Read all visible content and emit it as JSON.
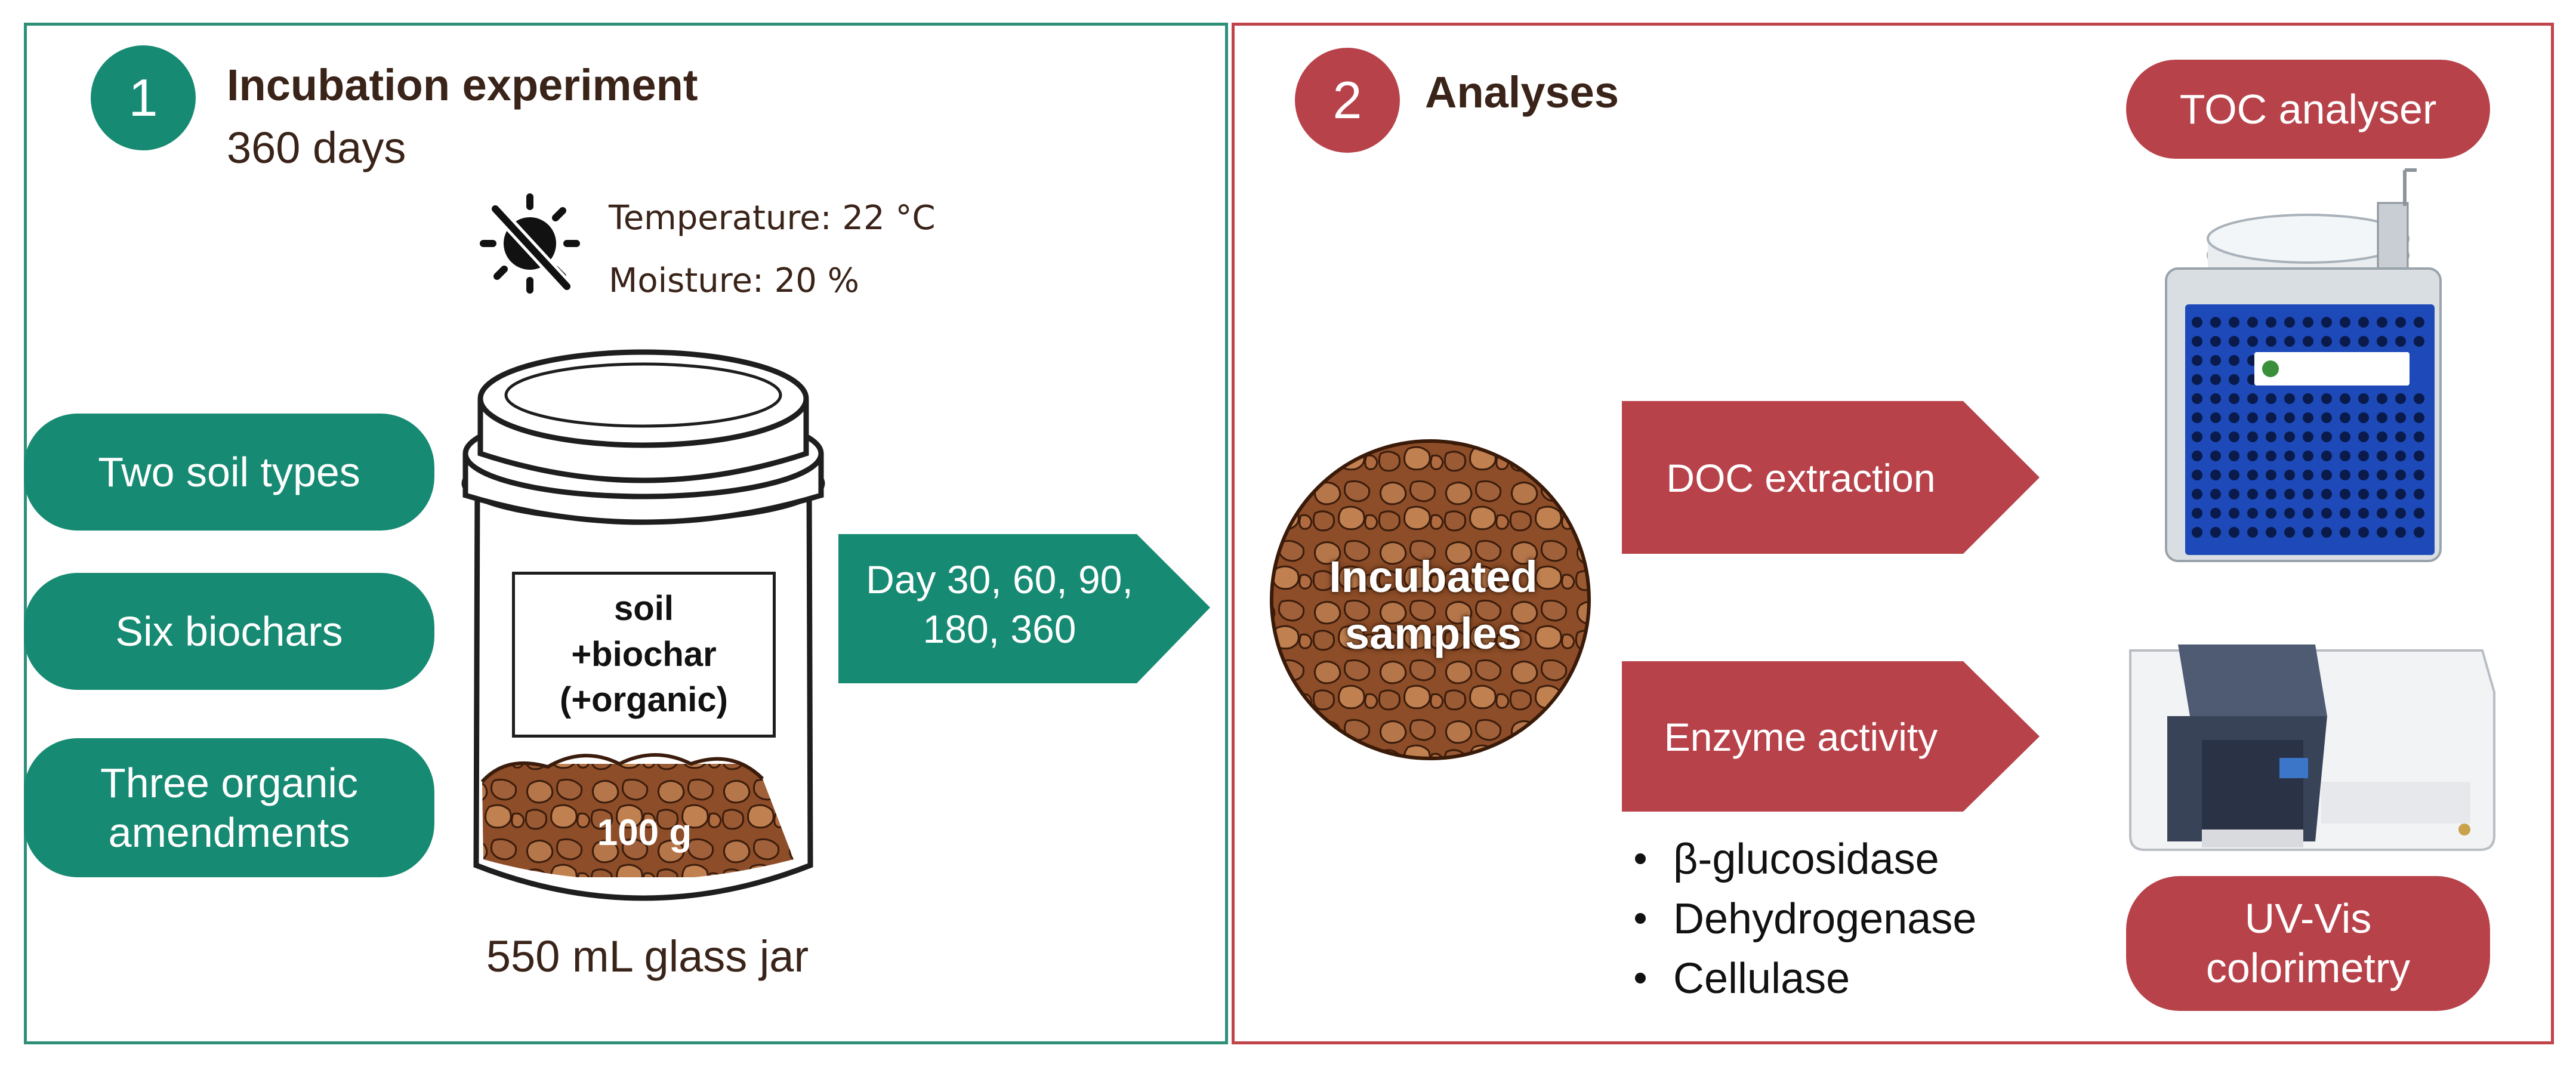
{
  "left": {
    "step_number": "1",
    "title": "Incubation experiment",
    "duration": "360 days",
    "temperature": "Temperature: 22 °C",
    "moisture": "Moisture: 20 %",
    "factors": [
      "Two soil types",
      "Six biochars",
      "Three organic amendments"
    ],
    "jar_label_lines": [
      "soil",
      "+biochar",
      "(+organic)"
    ],
    "jar_mass": "100 g",
    "jar_caption": "550 mL glass jar",
    "sampling_lines": [
      "Day 30, 60, 90,",
      "180, 360"
    ]
  },
  "right": {
    "step_number": "2",
    "title": "Analyses",
    "samples_lines": [
      "Incubated",
      "samples"
    ],
    "doc_extraction": "DOC extraction",
    "enzyme_activity": "Enzyme activity",
    "enzymes": [
      "β-glucosidase",
      "Dehydrogenase",
      "Cellulase"
    ],
    "toc_analyser": "TOC analyser",
    "uv_vis_lines": [
      "UV-Vis",
      "colorimetry"
    ]
  },
  "colors": {
    "green": "#168a72",
    "green_border": "#2e8f78",
    "red": "#b8424a",
    "red_border": "#c0444a",
    "soil": "#8a4a26",
    "text_dark": "#3a2318"
  }
}
